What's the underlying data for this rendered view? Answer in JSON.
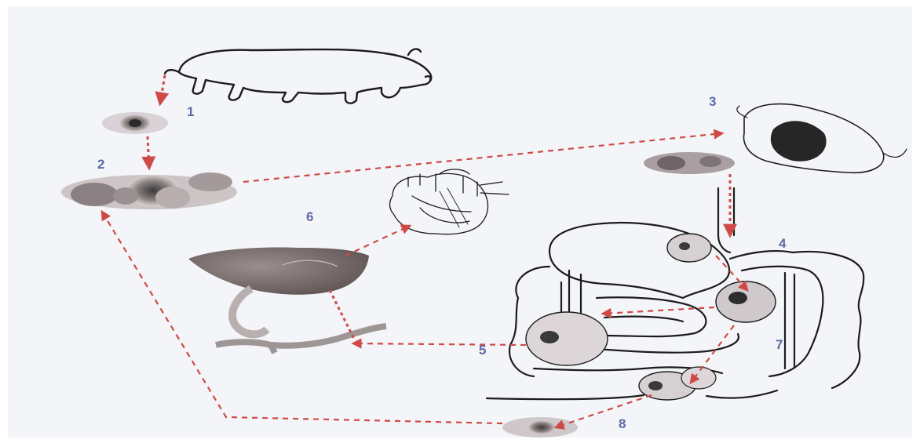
{
  "diagram": {
    "stage_labels": [
      {
        "id": "stage-1",
        "text": "1"
      },
      {
        "id": "stage-2",
        "text": "2"
      },
      {
        "id": "stage-3",
        "text": "3"
      },
      {
        "id": "stage-4",
        "text": "4"
      },
      {
        "id": "stage-5",
        "text": "5"
      },
      {
        "id": "stage-6",
        "text": "6"
      },
      {
        "id": "stage-7",
        "text": "7"
      },
      {
        "id": "stage-8",
        "text": "8"
      }
    ],
    "colors": {
      "arrow": "#cf4a46",
      "label": "#5c6aa8",
      "ink": "#1c1c1c",
      "liver": "#7a6a6a",
      "background": "#f3f5f8"
    },
    "icons": [
      "pig-icon",
      "oocyst-icon",
      "cyst-cluster-icon",
      "rat-icon",
      "heart-icon",
      "liver-icon",
      "intestine-icon"
    ]
  }
}
